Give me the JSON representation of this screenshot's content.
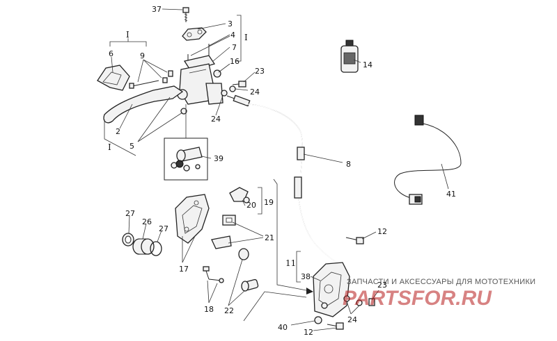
{
  "callouts": {
    "c37": "37",
    "c3": "3",
    "c4": "4",
    "cI_top": "I",
    "c7": "7",
    "cI_group": "I",
    "c6": "6",
    "c9": "9",
    "c16": "16",
    "c23_top": "23",
    "c24_top": "24",
    "c24_mid": "24",
    "c14": "14",
    "c2": "2",
    "cI_left": "I",
    "c5": "5",
    "c39": "39",
    "c8": "8",
    "c41": "41",
    "c27a": "27",
    "c26": "26",
    "c27b": "27",
    "c20": "20",
    "c19": "19",
    "c21": "21",
    "c12_top": "12",
    "c17": "17",
    "c11": "11",
    "c38": "38",
    "c23_bot": "23",
    "c18": "18",
    "c22": "22",
    "c24_bot": "24",
    "c40": "40",
    "c12_bot": "12"
  },
  "watermark": {
    "subtitle": "ЗАПЧАСТИ И АКСЕССУАРЫ ДЛЯ МОТОТЕХНИКИ",
    "brand": "PARTSFOR.RU"
  },
  "colors": {
    "line": "#222222",
    "watermark_red": "#b71c1c"
  }
}
